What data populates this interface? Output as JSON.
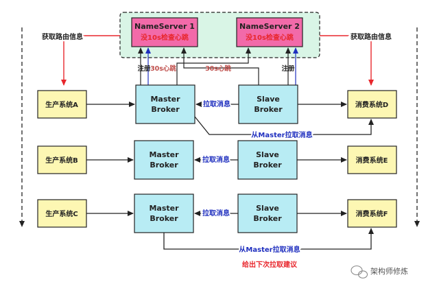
{
  "nameservers": [
    {
      "title": "NameServer 1",
      "subtitle": "没10s检查心跳"
    },
    {
      "title": "NameServer 2",
      "subtitle": "没10s检查心跳"
    }
  ],
  "labels": {
    "route_left": "获取路由信息",
    "route_right": "获取路由信息",
    "register_1": "注册",
    "heartbeat_1": "30s心跳",
    "heartbeat_2": "30s心跳",
    "register_2": "注册",
    "pull_1": "拉取消息",
    "pull_2": "拉取消息",
    "pull_3": "拉取消息",
    "pull_from_master_1": "从Master拉取消息",
    "pull_from_master_2": "从Master拉取消息",
    "next_pull_suggestion": "给出下次拉取建议"
  },
  "producers": [
    "生产系统A",
    "生产系统B",
    "生产系统C"
  ],
  "masters": [
    {
      "line1": "Master",
      "line2": "Broker"
    },
    {
      "line1": "Master",
      "line2": "Broker"
    },
    {
      "line1": "Master",
      "line2": "Broker"
    }
  ],
  "slaves": [
    {
      "line1": "Slave",
      "line2": "Broker"
    },
    {
      "line1": "Slave",
      "line2": "Broker"
    },
    {
      "line1": "Slave",
      "line2": "Broker"
    }
  ],
  "consumers": [
    "消费系统D",
    "消费系统E",
    "消费系统F"
  ],
  "watermark": "架构师修炼",
  "colors": {
    "nameserver_fill": "#f26aa9",
    "nameserver_group_fill": "#d9f5e6",
    "broker_fill": "#b8ecf4",
    "system_fill": "#fdf7b3",
    "red": "#e8262c",
    "blue": "#1f2fbf",
    "heartbeat": "#c0504d"
  }
}
